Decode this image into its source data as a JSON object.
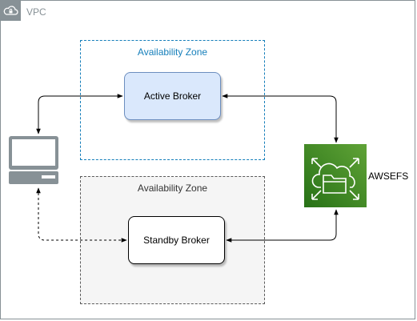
{
  "vpc": {
    "label": "VPC",
    "icon": "cloud-lock-icon",
    "border_color": "#879196"
  },
  "zones": [
    {
      "label": "Availability Zone",
      "border_color": "#147eba"
    },
    {
      "label": "Availability Zone",
      "border_color": "#5a5a5a",
      "fill": "#f5f5f5"
    }
  ],
  "nodes": {
    "active_broker": {
      "label": "Active Broker",
      "fill": "#dae8fc",
      "border_color": "#6c8ebf"
    },
    "standby_broker": {
      "label": "Standby Broker",
      "fill": "#ffffff",
      "border_color": "#000000"
    },
    "client": {
      "icon": "laptop-icon",
      "color": "#879196"
    },
    "efs": {
      "label": "AWSEFS",
      "icon": "efs-icon",
      "fill_top": "#60a337",
      "fill_bottom": "#277116"
    }
  },
  "edges": [
    {
      "from": "client",
      "to": "active_broker",
      "style": "solid",
      "arrows": "both"
    },
    {
      "from": "client",
      "to": "standby_broker",
      "style": "dashed",
      "arrows": "both"
    },
    {
      "from": "active_broker",
      "to": "efs",
      "style": "solid",
      "arrows": "both"
    },
    {
      "from": "standby_broker",
      "to": "efs",
      "style": "solid",
      "arrows": "both"
    }
  ]
}
